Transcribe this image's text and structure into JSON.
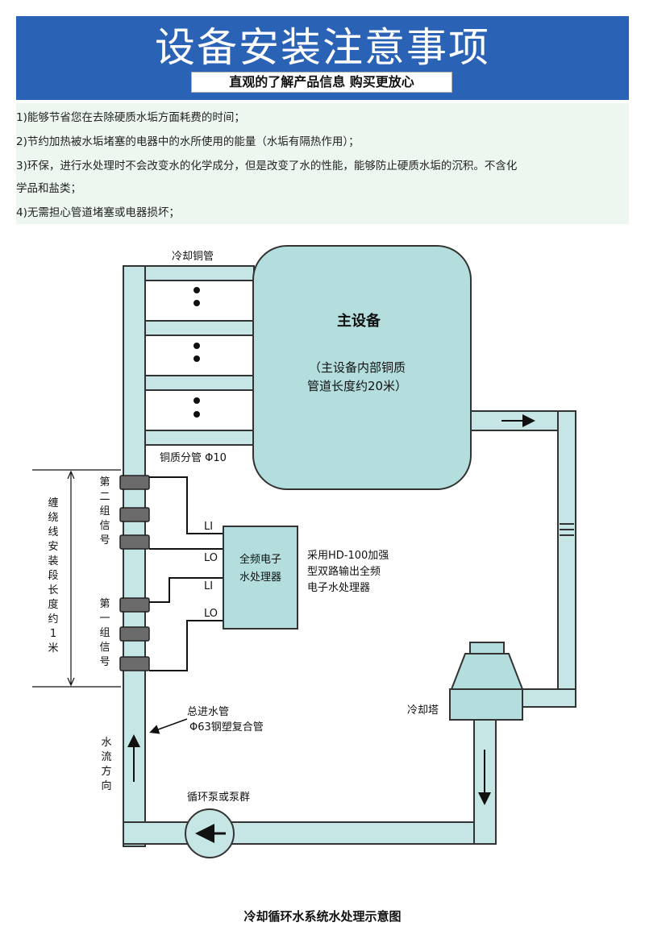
{
  "header": {
    "title": "设备安装注意事项",
    "subtitle": "直观的了解产品信息 购买更放心"
  },
  "notes": [
    "1)能够节省您在去除硬质水垢方面耗费的时间；",
    "2)节约加热被水垢堵塞的电器中的水所使用的能量（水垢有隔热作用）；",
    "3)环保，进行水处理时不会改变水的化学成分，但是改变了水的性能，能够防止硬质水垢的沉积。不含化",
    "学品和盐类；",
    "4)无需担心管道堵塞或电器损坏；"
  ],
  "diagram": {
    "copper_cooling_pipe": "冷却铜管",
    "main_equipment": "主设备",
    "main_equipment_note_line1": "（主设备内部铜质",
    "main_equipment_note_line2": "管道长度约20米）",
    "copper_branch_pipe": "铜质分管 Φ10",
    "winding_section_label": "缠绕线安装段长度约1米",
    "group2_label": "第二组信号",
    "group1_label": "第一组信号",
    "port_li_1": "LI",
    "port_lo_1": "LO",
    "port_li_2": "LI",
    "port_lo_2": "LO",
    "processor_line1": "全频电子",
    "processor_line2": "水处理器",
    "processor_note_line1": "采用HD-100加强",
    "processor_note_line2": "型双路输出全频",
    "processor_note_line3": "电子水处理器",
    "main_inlet_line1": "总进水管",
    "main_inlet_line2": "Φ63钢塑复合管",
    "water_flow_direction": "水流方向",
    "cooling_tower": "冷却塔",
    "pump": "循环泵或泵群",
    "caption": "冷却循环水系统水处理示意图"
  },
  "colors": {
    "banner": "#2a62b5",
    "notes_background": "#edf6ef",
    "pipe_fill": "#c6e6e6",
    "equipment_fill": "#b4dede",
    "coil_fill": "#6b6b6b"
  }
}
